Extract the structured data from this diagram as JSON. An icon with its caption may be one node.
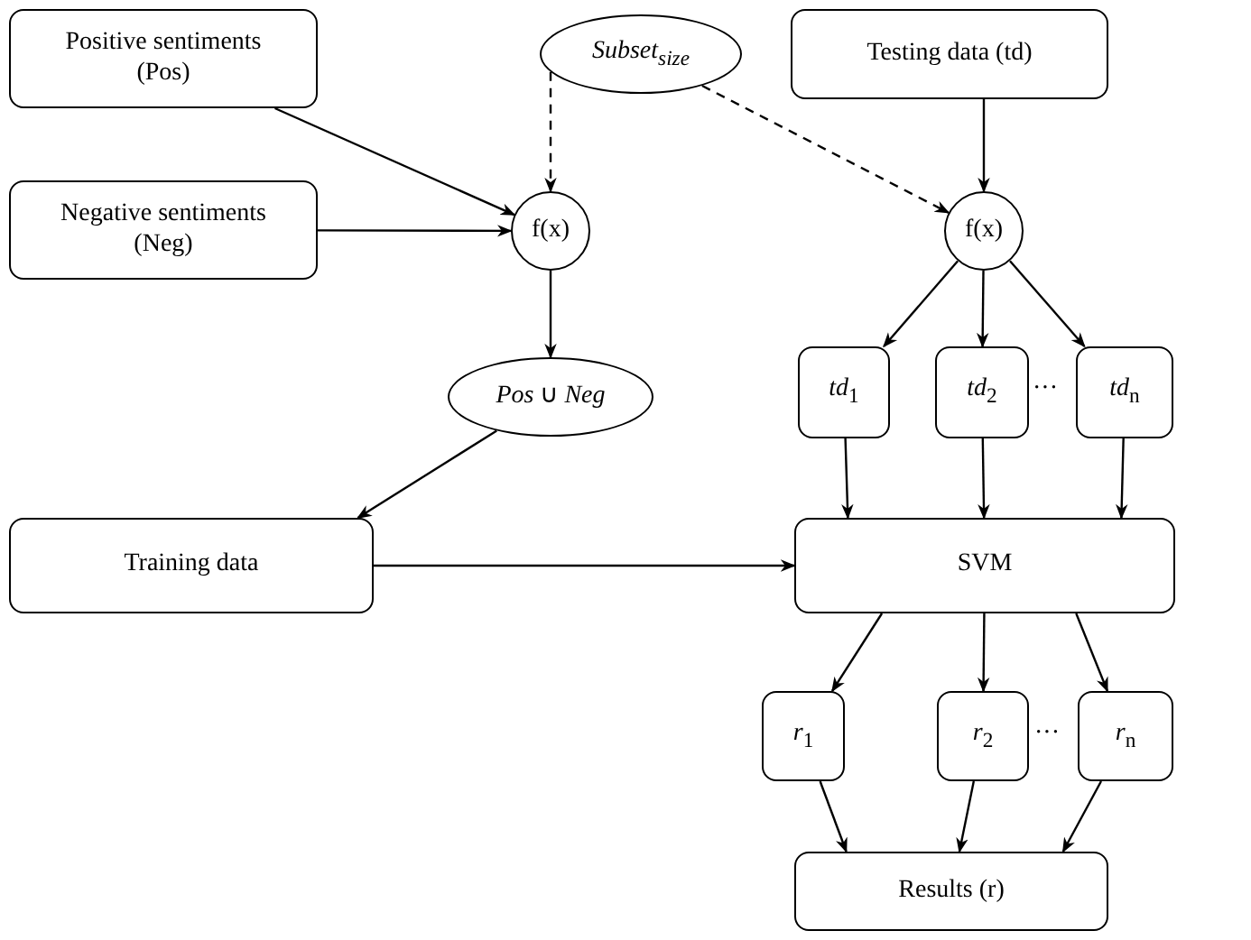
{
  "diagram": {
    "nodes": [
      {
        "text": [
          "Positive sentiments (Pos)"
        ]
      },
      {
        "text": [
          "Subset$_{size}$"
        ]
      },
      {
        "text": [
          "Testing data (td)"
        ]
      },
      {
        "text": [
          "Negative sentiments (Neg)"
        ]
      },
      {
        "text": [
          "f(x)"
        ]
      },
      {
        "text": [
          "f(x)"
        ]
      },
      {
        "text": [
          "*td*$_{1}$"
        ]
      },
      {
        "text": [
          "*td*$_{2}$"
        ]
      },
      {
        "text": [
          "*td*$_{n}$"
        ]
      },
      {
        "text": [
          "*Pos* ∪ *Neg*"
        ]
      },
      {
        "text": [
          "Training data"
        ]
      },
      {
        "text": [
          "SVM"
        ]
      },
      {
        "text": [
          "*r*$_{1}$"
        ]
      },
      {
        "text": [
          "*r*$_{2}$"
        ]
      },
      {
        "text": [
          "*r*$_{n}$"
        ]
      },
      {
        "text": [
          "Results (r)"
        ]
      }
    ],
    "edges": [
      {
        "from": 0,
        "to": 4,
        "arrow": "to"
      },
      {
        "from": 3,
        "to": 4,
        "arrow": "to"
      },
      {
        "from": 1,
        "to": 4,
        "arrow": "to",
        "style": "dashed"
      },
      {
        "from": 1,
        "to": 5,
        "arrow": "to",
        "style": "dashed"
      },
      {
        "from": 2,
        "to": 5,
        "arrow": "to"
      },
      {
        "from": 4,
        "to": 9,
        "arrow": "to"
      },
      {
        "from": 5,
        "to": 6,
        "arrow": "to"
      },
      {
        "from": 5,
        "to": 7,
        "arrow": "to"
      },
      {
        "from": 5,
        "to": 8,
        "arrow": "to"
      },
      {
        "from": 9,
        "to": 10,
        "arrow": "to"
      },
      {
        "from": 10,
        "to": 11,
        "arrow": "to"
      },
      {
        "from": 6,
        "to": 11,
        "arrow": "to"
      },
      {
        "from": 7,
        "to": 11,
        "arrow": "to"
      },
      {
        "from": 8,
        "to": 11,
        "arrow": "to"
      },
      {
        "from": 11,
        "to": 12,
        "arrow": "to"
      },
      {
        "from": 11,
        "to": 13,
        "arrow": "to"
      },
      {
        "from": 11,
        "to": 14,
        "arrow": "to"
      },
      {
        "from": 12,
        "to": 15,
        "arrow": "to"
      },
      {
        "from": 13,
        "to": 15,
        "arrow": "to"
      },
      {
        "from": 14,
        "to": 15,
        "arrow": "to"
      }
    ],
    "labels": [
      "···",
      "···"
    ]
  }
}
